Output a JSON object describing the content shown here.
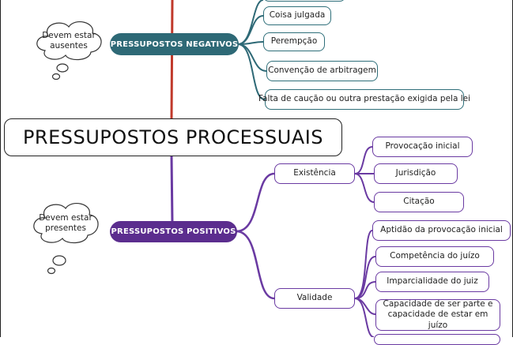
{
  "central": {
    "title": "PRESSUPOSTOS PROCESSUAIS"
  },
  "negative": {
    "label": "PRESSUPOSTOS NEGATIVOS",
    "note_line1": "Devem estar",
    "note_line2": "ausentes",
    "items": [
      "Coisa julgada",
      "Perempção",
      "Convenção de arbitragem",
      "Falta de caução ou outra prestação exigida pela lei"
    ]
  },
  "positive": {
    "label": "PRESSUPOSTOS POSITIVOS",
    "note_line1": "Devem estar",
    "note_line2": "presentes",
    "existencia": {
      "label": "Existência",
      "items": [
        "Provocação inicial",
        "Jurisdição",
        "Citação"
      ]
    },
    "validade": {
      "label": "Validade",
      "items": [
        "Aptidão da provocação inicial",
        "Competência do juízo",
        "Imparcialidade do juiz",
        "Capacidade de ser parte e capacidade de estar em juízo"
      ]
    }
  },
  "colors": {
    "teal": "#2e6976",
    "purple": "#5b2d8e",
    "trunk_top": "#c0392b",
    "trunk_bottom": "#6a3aa2"
  }
}
